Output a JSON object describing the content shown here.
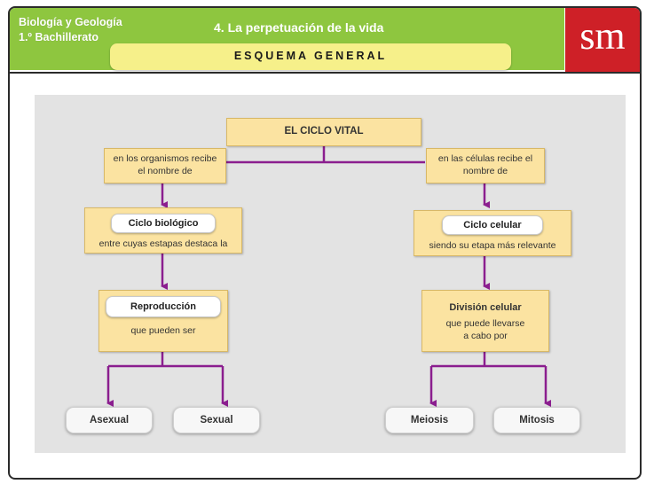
{
  "header": {
    "subject_line1": "Biología y Geología",
    "subject_line2": "1.º Bachillerato",
    "unit_title": "4. La perpetuación de la vida",
    "banner": "ESQUEMA GENERAL",
    "logo": "sm"
  },
  "diagram": {
    "root": "EL CICLO VITAL",
    "left_connector": [
      "en los organismos recibe",
      "el nombre de"
    ],
    "right_connector": [
      "en las células recibe el",
      "nombre de"
    ],
    "left_concept": "Ciclo biológico",
    "left_concept_note": "entre cuyas estapas destaca la",
    "right_concept": "Ciclo celular",
    "right_concept_note": "siendo su etapa más relevante",
    "left_process": "Reproducción",
    "left_process_note": "que pueden ser",
    "right_process": "División celular",
    "right_process_note": [
      "que puede llevarse",
      "a cabo por"
    ],
    "leaves": [
      "Asexual",
      "Sexual",
      "Meiosis",
      "Mitosis"
    ]
  },
  "colors": {
    "header_green": "#8ec63f",
    "logo_red": "#ce2027",
    "banner_yellow": "#f6f08a",
    "node_fill": "#fbe3a1",
    "connector_purple": "#8b1e8f",
    "panel_gray": "#e3e3e3"
  }
}
